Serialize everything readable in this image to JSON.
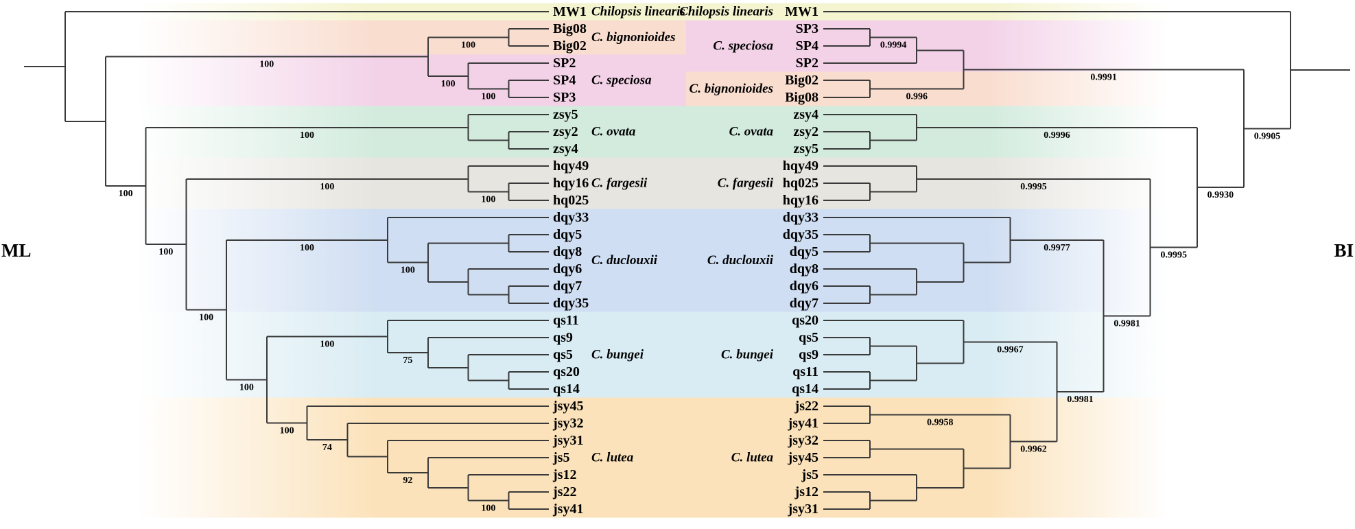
{
  "figure": {
    "method_labels": {
      "left": "ML",
      "right": "BI"
    },
    "species_colors": {
      "linearis": "#f4f4d0",
      "bignonioides": "#f9ddcf",
      "speciosa": "#f3d2e8",
      "ovata": "#d2ebdd",
      "fargesii": "#e6e5df",
      "duclouxii": "#cfdef2",
      "bungei": "#d9ecf3",
      "lutea": "#fbe2ba"
    },
    "left_species_column": [
      {
        "label": "Chilopsis linearis",
        "group": "linearis",
        "row_start": 0,
        "row_end": 0
      },
      {
        "label": "C. bignonioides",
        "group": "bignonioides",
        "row_start": 1,
        "row_end": 2
      },
      {
        "label": "C. speciosa",
        "group": "speciosa",
        "row_start": 3,
        "row_end": 5
      },
      {
        "label": "C. ovata",
        "group": "ovata",
        "row_start": 6,
        "row_end": 8
      },
      {
        "label": "C. fargesii",
        "group": "fargesii",
        "row_start": 9,
        "row_end": 11
      },
      {
        "label": "C. duclouxii",
        "group": "duclouxii",
        "row_start": 12,
        "row_end": 17
      },
      {
        "label": "C. bungei",
        "group": "bungei",
        "row_start": 18,
        "row_end": 22
      },
      {
        "label": "C. lutea",
        "group": "lutea",
        "row_start": 23,
        "row_end": 29
      }
    ],
    "right_species_column": [
      {
        "label": "Chilopsis linearis",
        "group": "linearis",
        "row_start": 0,
        "row_end": 0
      },
      {
        "label": "C. speciosa",
        "group": "speciosa",
        "row_start": 1,
        "row_end": 3
      },
      {
        "label": "C. bignonioides",
        "group": "bignonioides",
        "row_start": 4,
        "row_end": 5
      },
      {
        "label": "C. ovata",
        "group": "ovata",
        "row_start": 6,
        "row_end": 8
      },
      {
        "label": "C. fargesii",
        "group": "fargesii",
        "row_start": 9,
        "row_end": 11
      },
      {
        "label": "C. duclouxii",
        "group": "duclouxii",
        "row_start": 12,
        "row_end": 17
      },
      {
        "label": "C. bungei",
        "group": "bungei",
        "row_start": 18,
        "row_end": 22
      },
      {
        "label": "C. lutea",
        "group": "lutea",
        "row_start": 23,
        "row_end": 29
      }
    ],
    "ml_tree": {
      "children": [
        {
          "name": "MW1"
        },
        {
          "children": [
            {
              "support": "100",
              "children": [
                {
                  "support": "100",
                  "children": [
                    {
                      "name": "Big08"
                    },
                    {
                      "name": "Big02"
                    }
                  ]
                },
                {
                  "support": "100",
                  "children": [
                    {
                      "name": "SP2"
                    },
                    {
                      "support": "100",
                      "children": [
                        {
                          "name": "SP4"
                        },
                        {
                          "name": "SP3"
                        }
                      ]
                    }
                  ]
                }
              ]
            },
            {
              "support": "100",
              "children": [
                {
                  "support": "100",
                  "children": [
                    {
                      "name": "zsy5"
                    },
                    {
                      "children": [
                        {
                          "name": "zsy2"
                        },
                        {
                          "name": "zsy4"
                        }
                      ]
                    }
                  ]
                },
                {
                  "support": "100",
                  "children": [
                    {
                      "support": "100",
                      "children": [
                        {
                          "name": "hqy49"
                        },
                        {
                          "support": "100",
                          "children": [
                            {
                              "name": "hqy16"
                            },
                            {
                              "name": "hq025"
                            }
                          ]
                        }
                      ]
                    },
                    {
                      "support": "100",
                      "children": [
                        {
                          "support": "100",
                          "children": [
                            {
                              "name": "dqy33"
                            },
                            {
                              "support": "100",
                              "children": [
                                {
                                  "children": [
                                    {
                                      "name": "dqy5"
                                    },
                                    {
                                      "name": "dqy8"
                                    }
                                  ]
                                },
                                {
                                  "children": [
                                    {
                                      "name": "dqy6"
                                    },
                                    {
                                      "children": [
                                        {
                                          "name": "dqy7"
                                        },
                                        {
                                          "name": "dqy35"
                                        }
                                      ]
                                    }
                                  ]
                                }
                              ]
                            }
                          ]
                        },
                        {
                          "support": "100",
                          "children": [
                            {
                              "support": "100",
                              "children": [
                                {
                                  "name": "qs11"
                                },
                                {
                                  "support": "75",
                                  "children": [
                                    {
                                      "name": "qs9"
                                    },
                                    {
                                      "children": [
                                        {
                                          "name": "qs5"
                                        },
                                        {
                                          "children": [
                                            {
                                              "name": "qs20"
                                            },
                                            {
                                              "name": "qs14"
                                            }
                                          ]
                                        }
                                      ]
                                    }
                                  ]
                                }
                              ]
                            },
                            {
                              "support": "100",
                              "children": [
                                {
                                  "name": "jsy45"
                                },
                                {
                                  "support": "74",
                                  "children": [
                                    {
                                      "name": "jsy32"
                                    },
                                    {
                                      "children": [
                                        {
                                          "name": "jsy31"
                                        },
                                        {
                                          "support": "92",
                                          "children": [
                                            {
                                              "name": "js5"
                                            },
                                            {
                                              "children": [
                                                {
                                                  "name": "js12"
                                                },
                                                {
                                                  "support": "100",
                                                  "children": [
                                                    {
                                                      "name": "js22"
                                                    },
                                                    {
                                                      "name": "jsy41"
                                                    }
                                                  ]
                                                }
                                              ]
                                            }
                                          ]
                                        }
                                      ]
                                    }
                                  ]
                                }
                              ]
                            }
                          ]
                        }
                      ]
                    }
                  ]
                }
              ]
            }
          ]
        }
      ]
    },
    "bi_tree": {
      "children": [
        {
          "name": "MW1"
        },
        {
          "support": "0.9905",
          "children": [
            {
              "support": "0.9991",
              "children": [
                {
                  "children": [
                    {
                      "support": "0.9994",
                      "children": [
                        {
                          "name": "SP3"
                        },
                        {
                          "name": "SP4"
                        }
                      ]
                    },
                    {
                      "name": "SP2"
                    }
                  ]
                },
                {
                  "support": "0.996",
                  "children": [
                    {
                      "name": "Big02"
                    },
                    {
                      "name": "Big08"
                    }
                  ]
                }
              ]
            },
            {
              "support": "0.9930",
              "children": [
                {
                  "support": "0.9996",
                  "children": [
                    {
                      "name": "zsy4"
                    },
                    {
                      "children": [
                        {
                          "name": "zsy2"
                        },
                        {
                          "name": "zsy5"
                        }
                      ]
                    }
                  ]
                },
                {
                  "support": "0.9995",
                  "children": [
                    {
                      "support": "0.9995",
                      "children": [
                        {
                          "name": "hqy49"
                        },
                        {
                          "children": [
                            {
                              "name": "hq025"
                            },
                            {
                              "name": "hqy16"
                            }
                          ]
                        }
                      ]
                    },
                    {
                      "support": "0.9981",
                      "children": [
                        {
                          "support": "0.9977",
                          "children": [
                            {
                              "name": "dqy33"
                            },
                            {
                              "children": [
                                {
                                  "children": [
                                    {
                                      "name": "dqy35"
                                    },
                                    {
                                      "name": "dqy5"
                                    }
                                  ]
                                },
                                {
                                  "children": [
                                    {
                                      "name": "dqy8"
                                    },
                                    {
                                      "children": [
                                        {
                                          "name": "dqy6"
                                        },
                                        {
                                          "name": "dqy7"
                                        }
                                      ]
                                    }
                                  ]
                                }
                              ]
                            }
                          ]
                        },
                        {
                          "support": "0.9981",
                          "children": [
                            {
                              "support": "0.9967",
                              "children": [
                                {
                                  "name": "qs20"
                                },
                                {
                                  "children": [
                                    {
                                      "children": [
                                        {
                                          "name": "qs5"
                                        },
                                        {
                                          "name": "qs9"
                                        }
                                      ]
                                    },
                                    {
                                      "children": [
                                        {
                                          "name": "qs11"
                                        },
                                        {
                                          "name": "qs14"
                                        }
                                      ]
                                    }
                                  ]
                                }
                              ]
                            },
                            {
                              "support": "0.9962",
                              "children": [
                                {
                                  "support": "0.9958",
                                  "children": [
                                    {
                                      "name": "js22"
                                    },
                                    {
                                      "name": "jsy41"
                                    }
                                  ]
                                },
                                {
                                  "children": [
                                    {
                                      "children": [
                                        {
                                          "name": "jsy32"
                                        },
                                        {
                                          "name": "jsy45"
                                        }
                                      ]
                                    },
                                    {
                                      "children": [
                                        {
                                          "name": "js5"
                                        },
                                        {
                                          "children": [
                                            {
                                              "name": "js12"
                                            },
                                            {
                                              "name": "jsy31"
                                            }
                                          ]
                                        }
                                      ]
                                    }
                                  ]
                                }
                              ]
                            }
                          ]
                        }
                      ]
                    }
                  ]
                }
              ]
            }
          ]
        }
      ]
    }
  }
}
